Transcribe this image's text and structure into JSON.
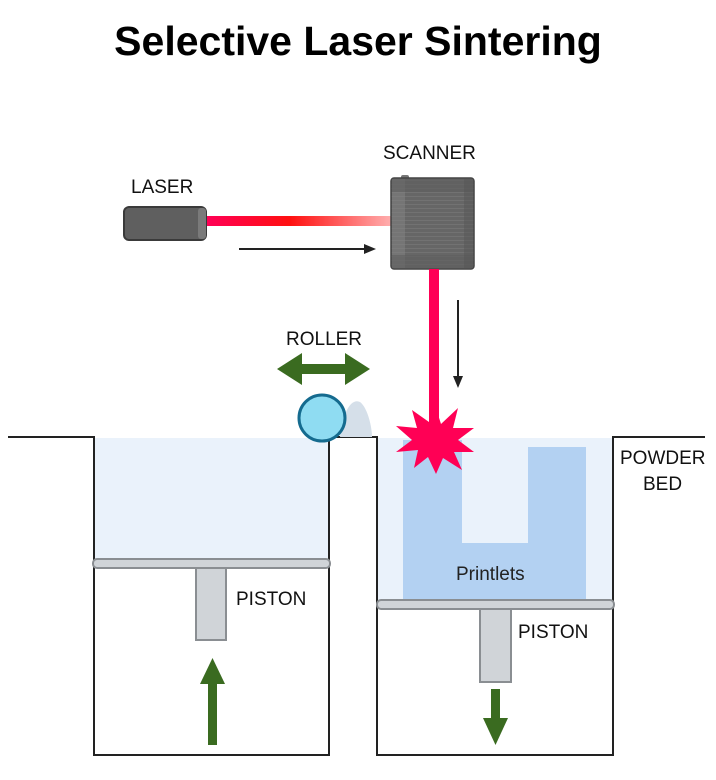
{
  "title": "Selective Laser Sintering",
  "labels": {
    "laser": "LASER",
    "scanner": "SCANNER",
    "roller": "ROLLER",
    "piston_left": "PISTON",
    "piston_right": "PISTON",
    "powder_bed_line1": "POWDER",
    "powder_bed_line2": "BED",
    "printlets": "Printlets"
  },
  "colors": {
    "laser_beam": "#ff0055",
    "laser_beam_mid": "#ff1a1a",
    "powder": "#eaf2fb",
    "printlet": "#b3d1f2",
    "roller_fill": "#8fdcf2",
    "roller_stroke": "#156b8f",
    "arrow_green": "#3a6b20",
    "piston_fill": "#d0d4d8",
    "piston_stroke": "#8a8e92",
    "device_gray": "#5f5f5f",
    "outline": "#222222"
  },
  "motions": {
    "roller": "left-right",
    "left_piston": "up",
    "right_piston": "down",
    "laser_direction": "right",
    "scan_direction": "down"
  }
}
